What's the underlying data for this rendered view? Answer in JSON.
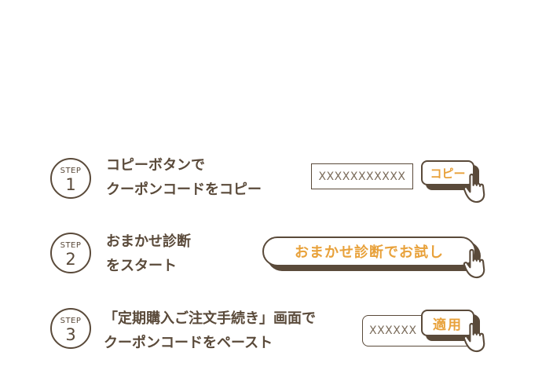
{
  "steps": [
    {
      "label": "STEP",
      "number": "1",
      "line1": "コピーボタンで",
      "line2": "クーポンコードをコピー",
      "code": "XXXXXXXXXXX",
      "button": "コピー"
    },
    {
      "label": "STEP",
      "number": "2",
      "line1": "おまかせ診断",
      "line2": "をスタート",
      "button": "おまかせ診断でお試し"
    },
    {
      "label": "STEP",
      "number": "3",
      "line1": "「定期購入ご注文手続き」画面で",
      "line2": "クーポンコードをペースト",
      "code": "XXXXXX",
      "button": "適用"
    }
  ],
  "icons": {
    "pointer": "hand-pointer-icon"
  },
  "colors": {
    "text": "#5a4a3a",
    "accent": "#e8a13a",
    "background": "#ffffff"
  }
}
